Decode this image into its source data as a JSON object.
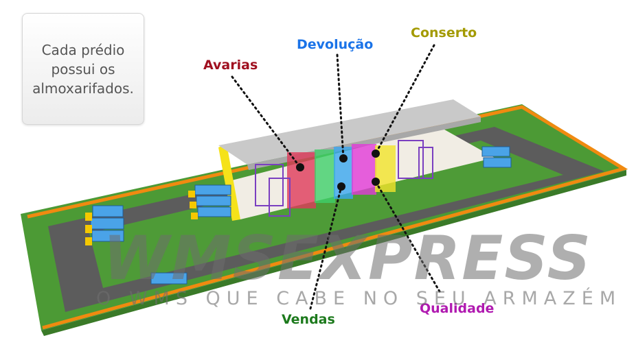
{
  "info_box": {
    "text": "Cada prédio possui os almoxarifados."
  },
  "zones": {
    "avarias": {
      "label": "Avarias",
      "color": "#a01020"
    },
    "devolucao": {
      "label": "Devolução",
      "color": "#1a73e8"
    },
    "conserto": {
      "label": "Conserto",
      "color": "#a39a00"
    },
    "vendas": {
      "label": "Vendas",
      "color": "#1d7a1d"
    },
    "qualidade": {
      "label": "Qualidade",
      "color": "#b01ab0"
    }
  },
  "watermark": {
    "brand": "WMSEXPRESS",
    "tagline": "O WMS QUE CABE NO SEU ARMAZÉM"
  }
}
